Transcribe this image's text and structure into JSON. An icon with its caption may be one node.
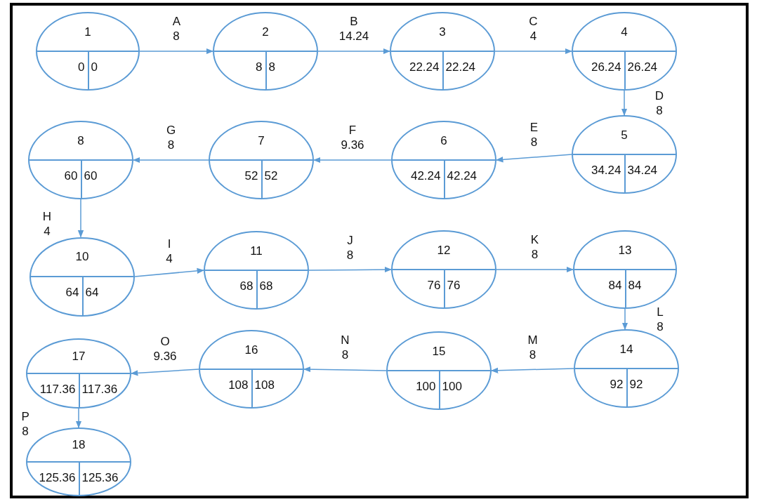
{
  "diagram": {
    "nodes": [
      {
        "text": [
          "1",
          "0",
          "0"
        ]
      },
      {
        "text": [
          "2",
          "8",
          "8"
        ]
      },
      {
        "text": [
          "3",
          "22.24",
          "22.24"
        ]
      },
      {
        "text": [
          "4",
          "26.24",
          "26.24"
        ]
      },
      {
        "text": [
          "8",
          "60",
          "60"
        ]
      },
      {
        "text": [
          "7",
          "52",
          "52"
        ]
      },
      {
        "text": [
          "6",
          "42.24",
          "42.24"
        ]
      },
      {
        "text": [
          "5",
          "34.24",
          "34.24"
        ]
      },
      {
        "text": [
          "10",
          "64",
          "64"
        ]
      },
      {
        "text": [
          "11",
          "68",
          "68"
        ]
      },
      {
        "text": [
          "12",
          "76",
          "76"
        ]
      },
      {
        "text": [
          "13",
          "84",
          "84"
        ]
      },
      {
        "text": [
          "17",
          "117.36",
          "117.36"
        ]
      },
      {
        "text": [
          "16",
          "108",
          "108"
        ]
      },
      {
        "text": [
          "15",
          "100",
          "100"
        ]
      },
      {
        "text": [
          "14",
          "92",
          "92"
        ]
      },
      {
        "text": [
          "18",
          "125.36",
          "125.36"
        ]
      }
    ],
    "edges": [
      {
        "from": 0,
        "to": 1,
        "arrow": "to",
        "label": "A 8"
      },
      {
        "from": 1,
        "to": 2,
        "arrow": "to",
        "label": "B 14.24"
      },
      {
        "from": 2,
        "to": 3,
        "arrow": "to",
        "label": "C 4"
      },
      {
        "from": 3,
        "to": 7,
        "arrow": "to",
        "label": "D 8"
      },
      {
        "from": 7,
        "to": 6,
        "arrow": "to",
        "label": "E 8"
      },
      {
        "from": 6,
        "to": 5,
        "arrow": "to",
        "label": "F 9.36"
      },
      {
        "from": 5,
        "to": 4,
        "arrow": "to",
        "label": "G 8"
      },
      {
        "from": 4,
        "to": 8,
        "arrow": "to",
        "label": "H 4"
      },
      {
        "from": 8,
        "to": 9,
        "arrow": "to",
        "label": "I 4"
      },
      {
        "from": 9,
        "to": 10,
        "arrow": "to",
        "label": "J 8"
      },
      {
        "from": 10,
        "to": 11,
        "arrow": "to",
        "label": "K 8"
      },
      {
        "from": 11,
        "to": 15,
        "arrow": "to",
        "label": "L 8"
      },
      {
        "from": 15,
        "to": 14,
        "arrow": "to",
        "label": "M 8"
      },
      {
        "from": 14,
        "to": 13,
        "arrow": "to",
        "label": "N 8"
      },
      {
        "from": 13,
        "to": 12,
        "arrow": "to",
        "label": "O 9.36"
      },
      {
        "from": 12,
        "to": 16,
        "arrow": "to",
        "label": "P 8"
      }
    ]
  }
}
